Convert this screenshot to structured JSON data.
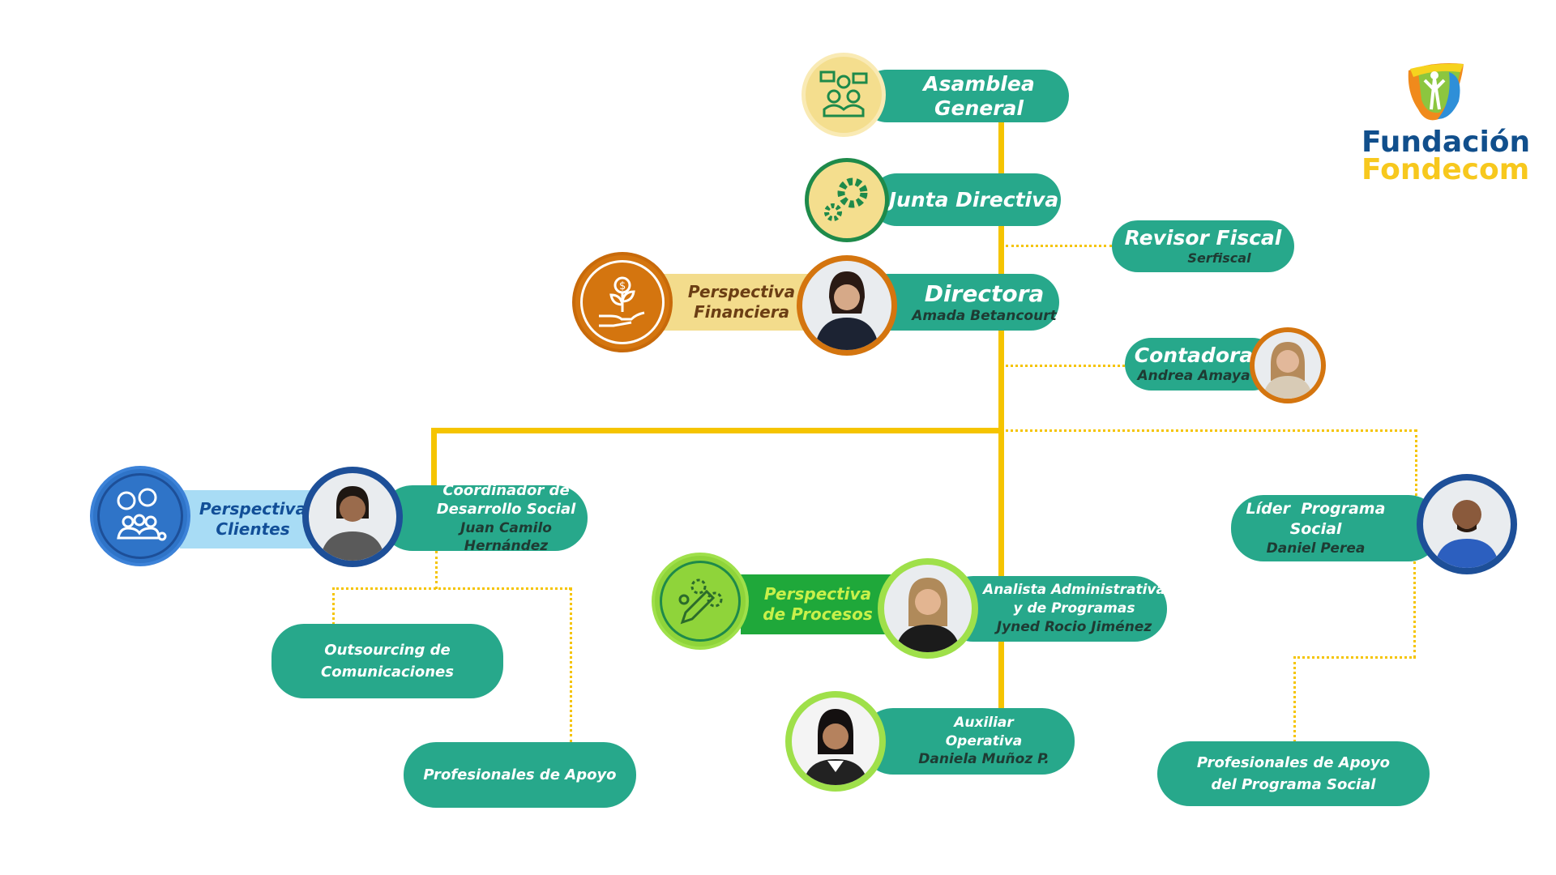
{
  "logo": {
    "line1": "Fundación",
    "line2": "Fondecom"
  },
  "nodes": {
    "asamblea": {
      "title": "Asamblea General",
      "icon": "meeting-people-icon"
    },
    "junta": {
      "title": "Junta Directiva",
      "icon": "gears-icon"
    },
    "revisor": {
      "title": "Revisor Fiscal",
      "name": "Serfiscal"
    },
    "directora": {
      "title": "Directora",
      "name": "Amada Betancourt"
    },
    "contadora": {
      "title": "Contadora",
      "name": "Andrea Amaya"
    },
    "coordinador": {
      "title1": "Coordinador de",
      "title2": "Desarrollo Social",
      "name": "Juan Camilo Hernández"
    },
    "outsourcing": {
      "line1": "Outsourcing de",
      "line2": "Comunicaciones"
    },
    "profesionales": {
      "title": "Profesionales de Apoyo"
    },
    "analista": {
      "title1": "Analista Administrativa",
      "title2": "y de Programas",
      "name": "Jyned Rocio Jiménez"
    },
    "auxiliar": {
      "title1": "Auxiliar",
      "title2": "Operativa",
      "name": "Daniela Muñoz P."
    },
    "lider": {
      "title1": "Líder  Programa",
      "title2": "Social",
      "name": "Daniel Perea"
    },
    "profesionales_social": {
      "line1": "Profesionales de Apoyo",
      "line2": "del Programa Social"
    }
  },
  "perspectives": {
    "financiera": {
      "line1": "Perspectiva",
      "line2": "Financiera",
      "color": "#d4750f",
      "band": "#f3dc8c"
    },
    "clientes": {
      "line1": "Perspectiva",
      "line2": "Clientes",
      "color": "#2f74c8",
      "band": "#a8dcf5"
    },
    "procesos": {
      "line1": "Perspectiva",
      "line2": "de Procesos",
      "color": "#8fd43a",
      "band": "#1fa83a"
    }
  },
  "colors": {
    "teal": "#27a88b",
    "line": "#f5c400"
  }
}
